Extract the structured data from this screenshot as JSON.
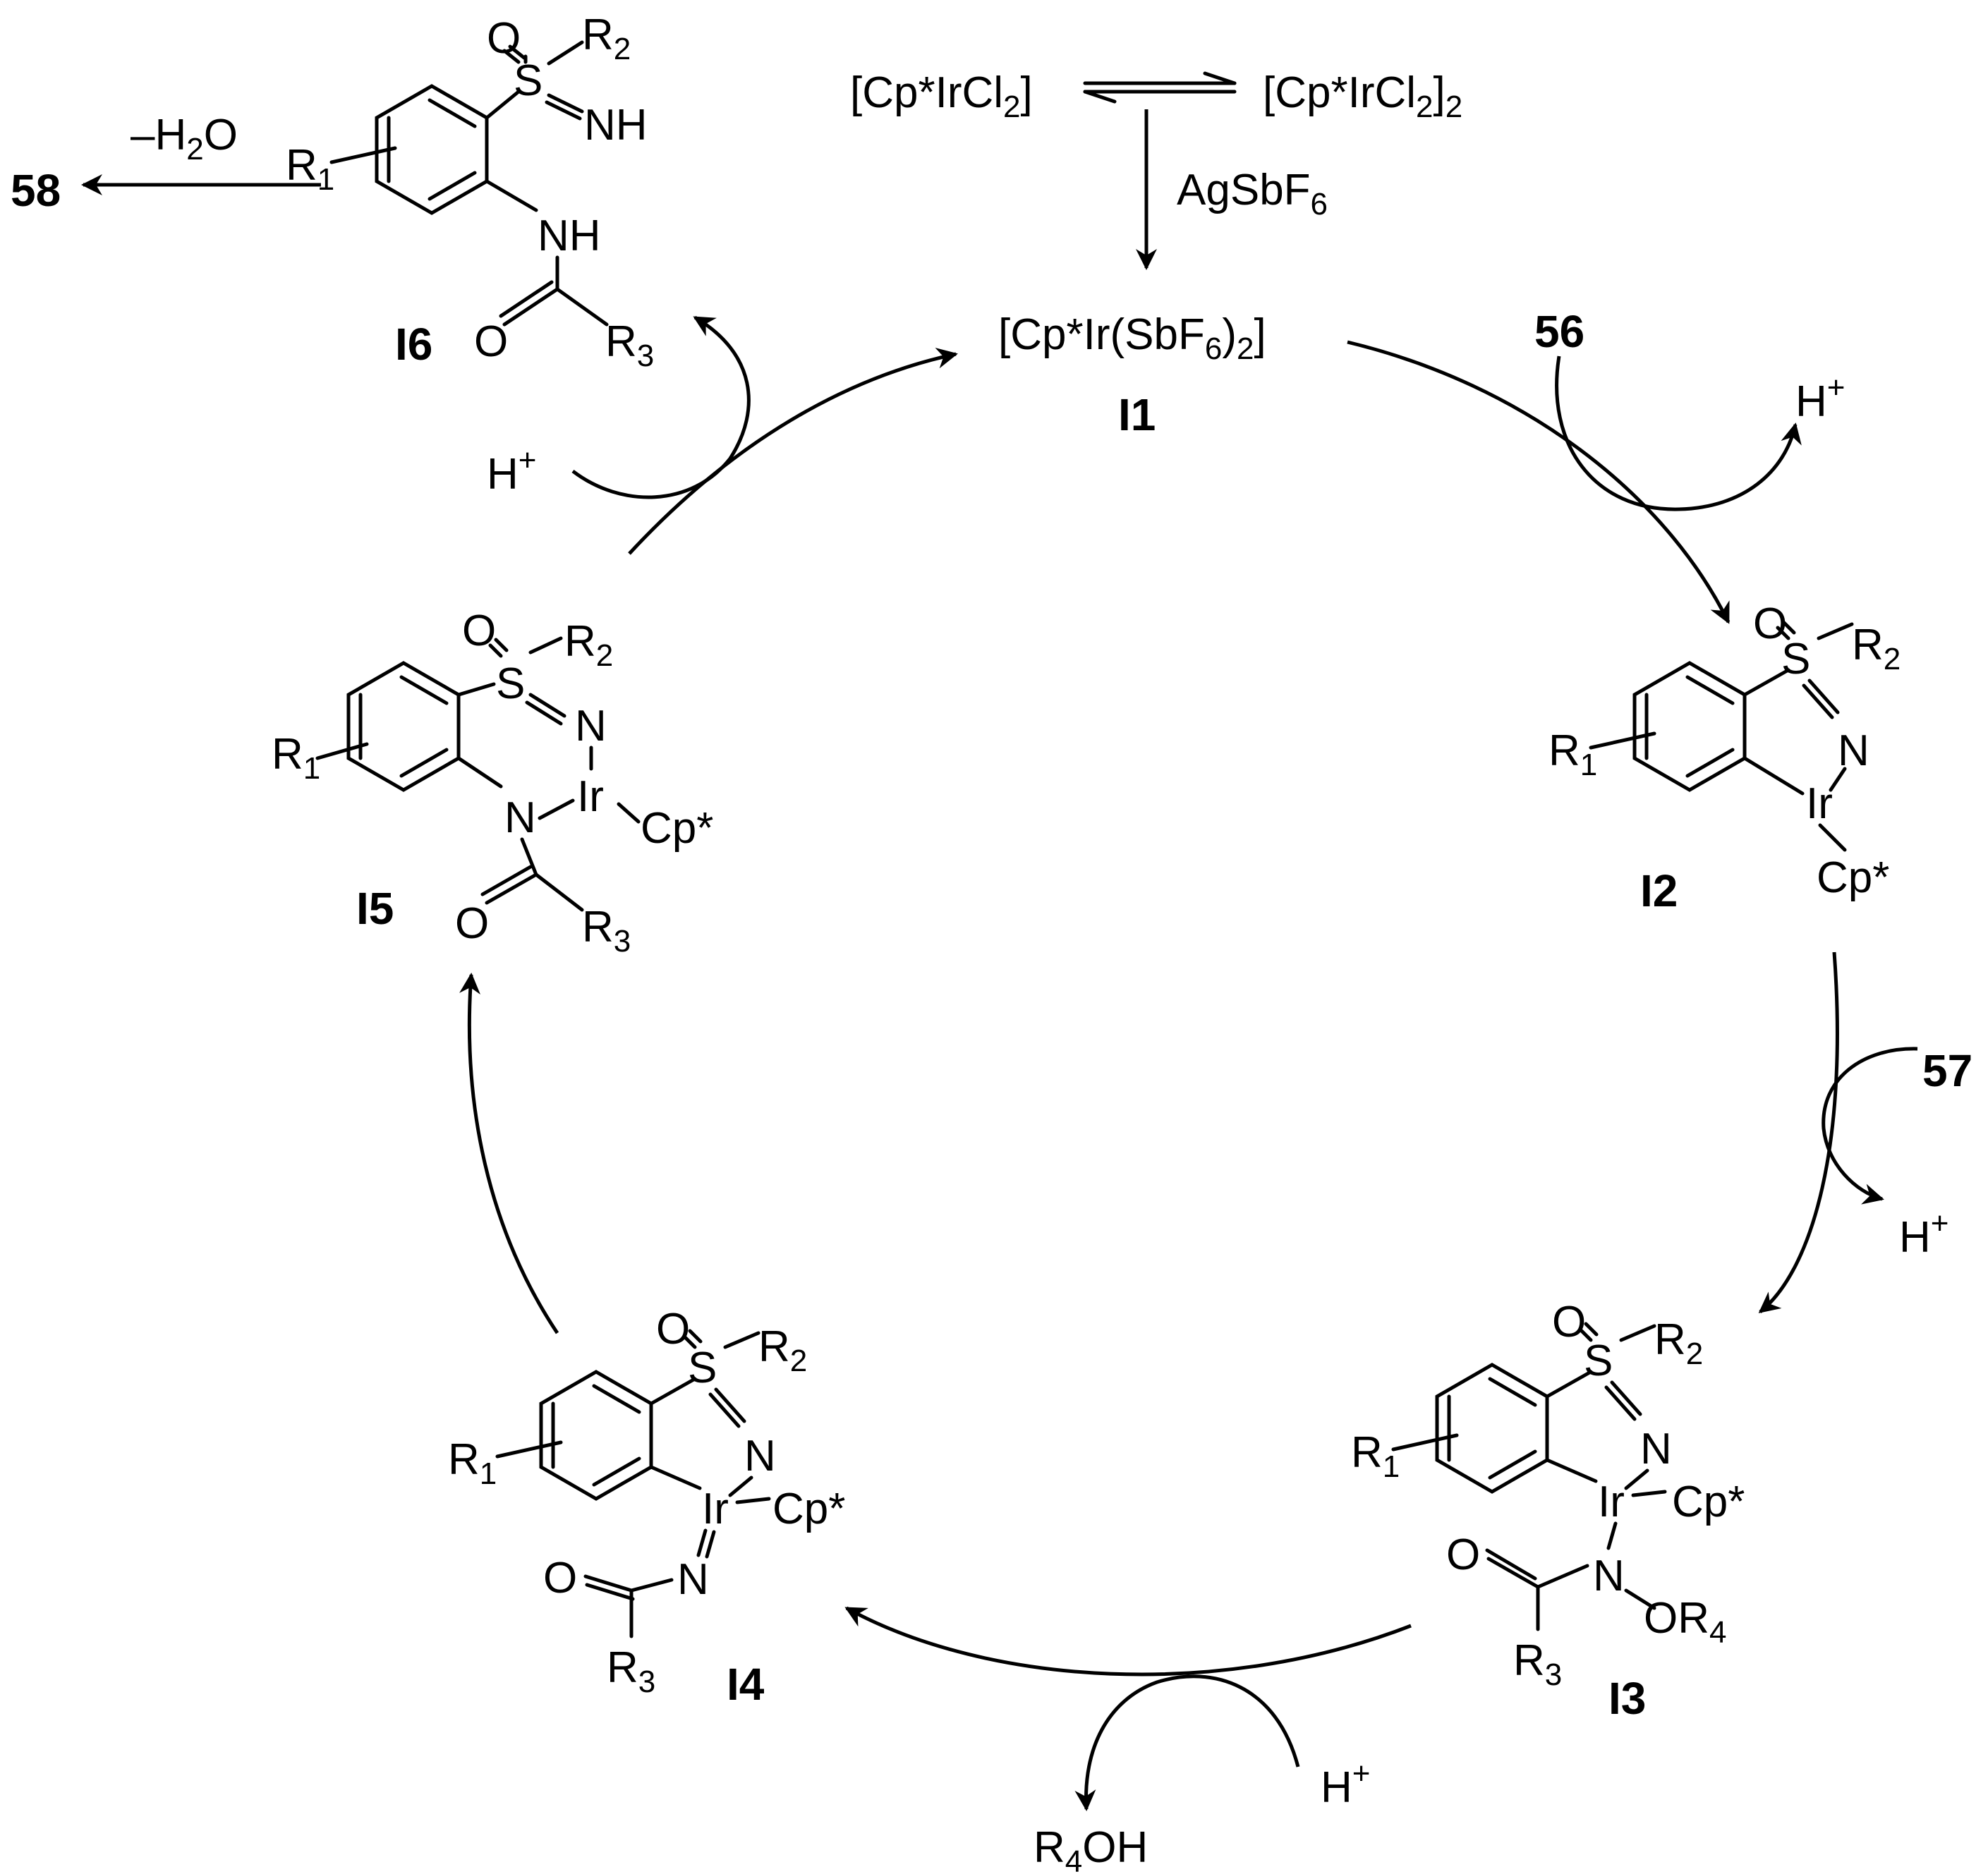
{
  "colors": {
    "ink": "#000000",
    "background": "#ffffff"
  },
  "labels": {
    "cpIrCl2": "[Cp*IrCl2]",
    "cpIrCl2_dimer": "[Cp*IrCl2]2",
    "agsbf6": "AgSbF6",
    "i1_formula": "[Cp*Ir(SbF6)2]",
    "minus_h2o": "–H2O",
    "h_plus": "H+",
    "r4oh": "R4OH",
    "cp_star": "Cp*",
    "ir": "Ir",
    "s": "S",
    "o": "O",
    "n": "N",
    "nh": "NH",
    "r1": "R1",
    "r2": "R2",
    "r3": "R3",
    "or4": "OR4"
  },
  "compounds": {
    "c56": "56",
    "c57": "57",
    "c58": "58",
    "i1": "I1",
    "i2": "I2",
    "i3": "I3",
    "i4": "I4",
    "i5": "I5",
    "i6": "I6"
  }
}
